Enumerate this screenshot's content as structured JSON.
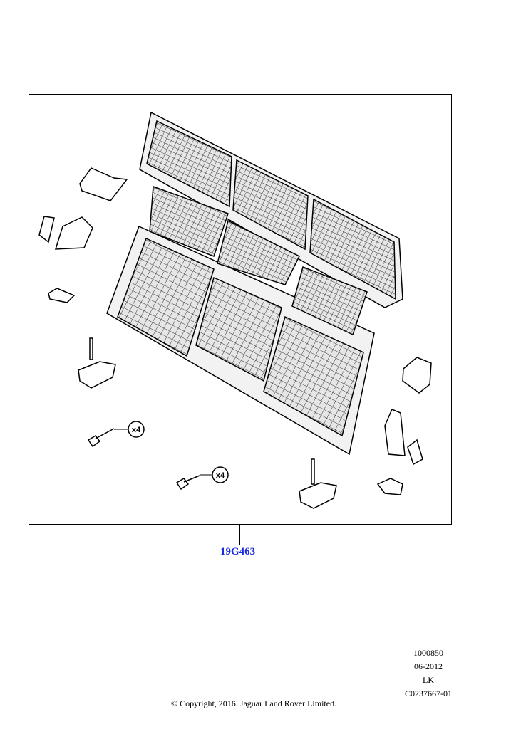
{
  "diagram": {
    "part_number": "19G463",
    "callouts": [
      {
        "label": "x4"
      },
      {
        "label": "x4"
      }
    ],
    "colors": {
      "link": "#1a2ce0",
      "line": "#000000",
      "mesh_fill": "#d8d8d8"
    }
  },
  "meta": {
    "lines": [
      "1000850",
      "06-2012",
      "LK",
      "C0237667-01"
    ]
  },
  "footer": {
    "copyright": "© Copyright, 2016. Jaguar Land Rover Limited."
  }
}
